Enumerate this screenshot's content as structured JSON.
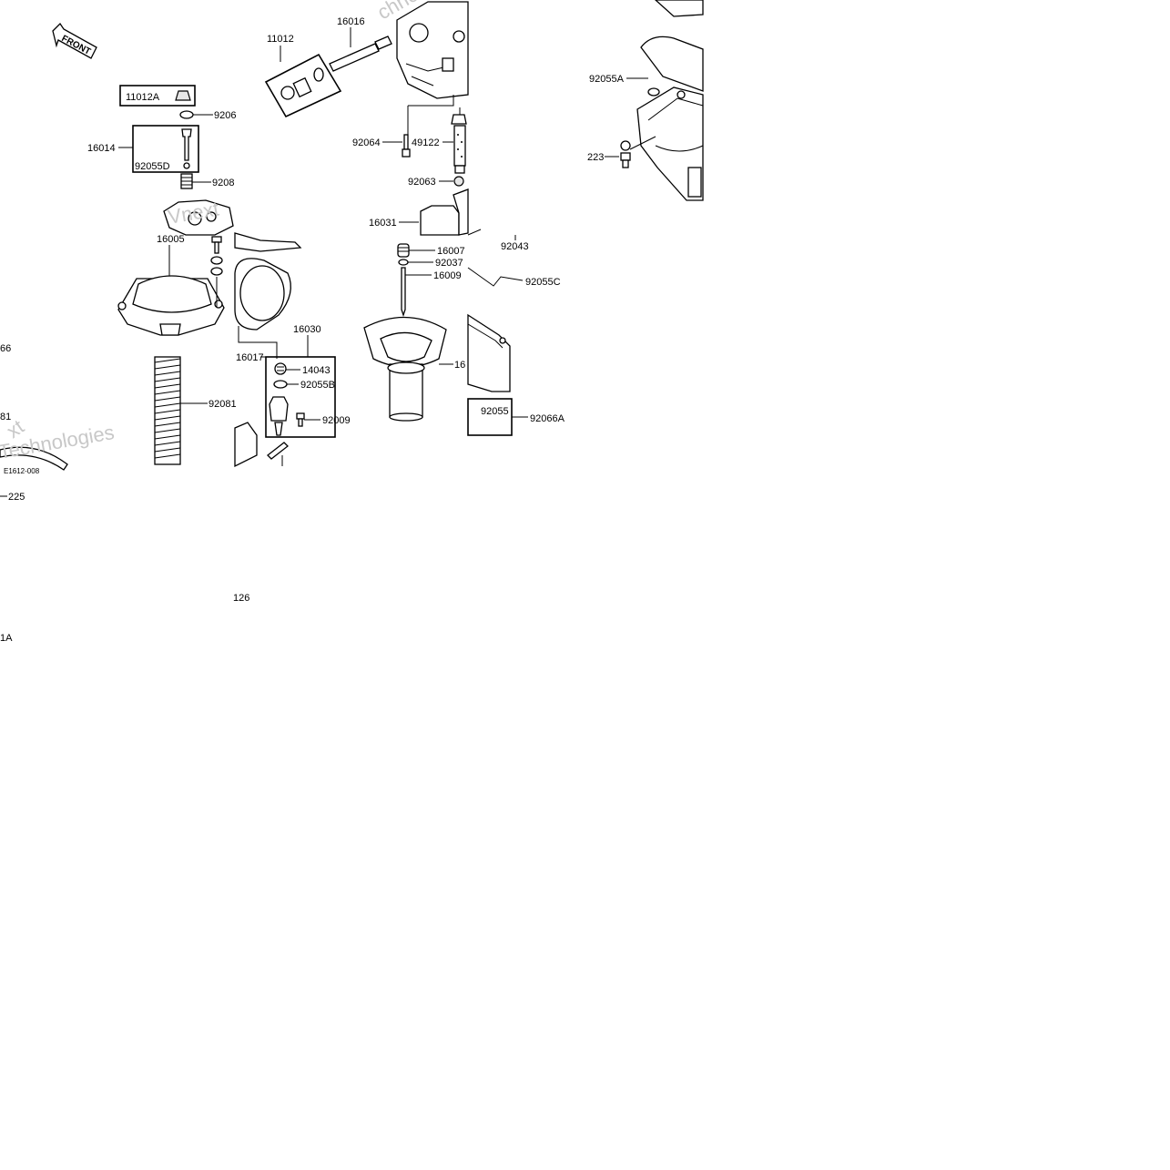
{
  "diagram": {
    "front_label": "FRONT",
    "callouts": {
      "p11012": "11012",
      "p16016": "16016",
      "p11012a": "11012A",
      "p9206": "9206",
      "p16014": "16014",
      "p92055d": "92055D",
      "p9208": "9208",
      "p16005": "16005",
      "p92081": "92081",
      "p16017": "16017",
      "p16030": "16030",
      "p14043": "14043",
      "p92055b": "92055B",
      "p92009": "92009",
      "p92064": "92064",
      "p49122": "49122",
      "p92063": "92063",
      "p16031": "16031",
      "p16007": "16007",
      "p92037": "92037",
      "p16009": "16009",
      "p16partial": "16",
      "p92055a": "92055A",
      "p223": "223",
      "p92043": "92043",
      "p92055c": "92055C",
      "p92055": "92055",
      "p92066a": "92066A",
      "p66": "66",
      "p81": "81",
      "p225": "225",
      "p126": "126",
      "p1a": "1A"
    },
    "reference_code": "E1612-008",
    "watermarks": [
      "Vnext",
      "Technologies",
      "xt",
      "chnologies"
    ]
  }
}
